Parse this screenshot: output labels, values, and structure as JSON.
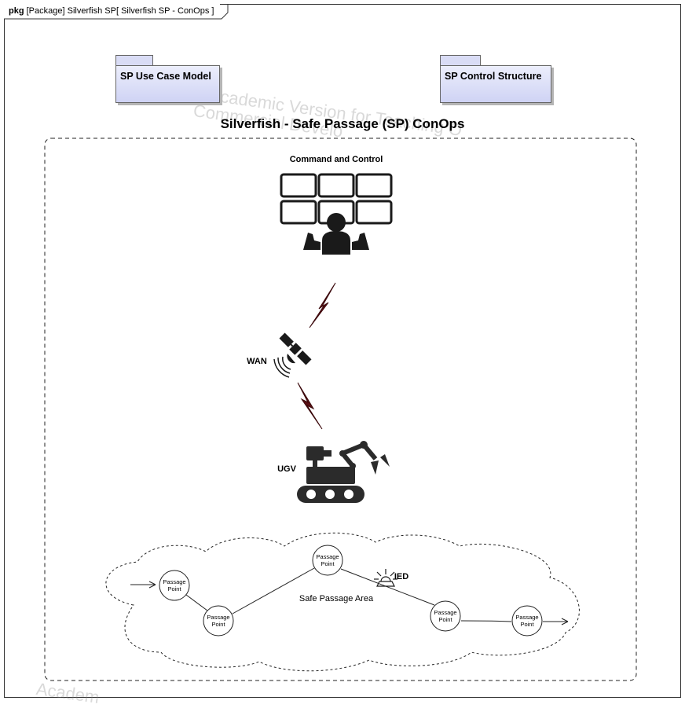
{
  "frame": {
    "kind": "pkg",
    "label": "[Package] Silverfish SP[ Silverfish SP - ConOps ]"
  },
  "packages": [
    {
      "name": "SP Use Case Model"
    },
    {
      "name": "SP Control Structure"
    }
  ],
  "title": "Silverfish - Safe Passage (SP) ConOps",
  "watermark": {
    "line1": "Academic Version for Teaching O",
    "line2": "Commercial Develo",
    "line3": "Academ"
  },
  "labels": {
    "command_and_control": "Command and Control",
    "wan": "WAN",
    "ugv": "UGV",
    "safe_passage_area": "Safe Passage Area",
    "ied": "IED"
  },
  "passage_points": [
    {
      "line1": "Passage",
      "line2": "Point"
    },
    {
      "line1": "Passage",
      "line2": "Point"
    },
    {
      "line1": "Passage",
      "line2": "Point"
    },
    {
      "line1": "Passage",
      "line2": "Point"
    },
    {
      "line1": "Passage",
      "line2": "Point"
    }
  ],
  "colors": {
    "lightning": "#5a0f14",
    "icon": "#1a1a1a",
    "package_fill": "#dfe2f8"
  }
}
